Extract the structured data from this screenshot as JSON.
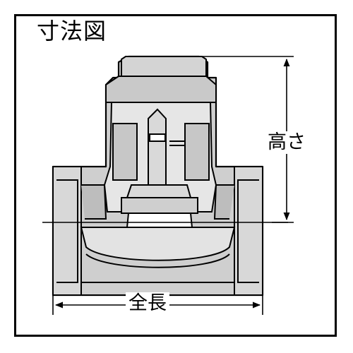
{
  "title": "寸法図",
  "dimensions": {
    "height_label": "高さ",
    "length_label": "全長"
  },
  "colors": {
    "stroke": "#000000",
    "body_fill": "#cfcfcf",
    "background": "#ffffff"
  }
}
